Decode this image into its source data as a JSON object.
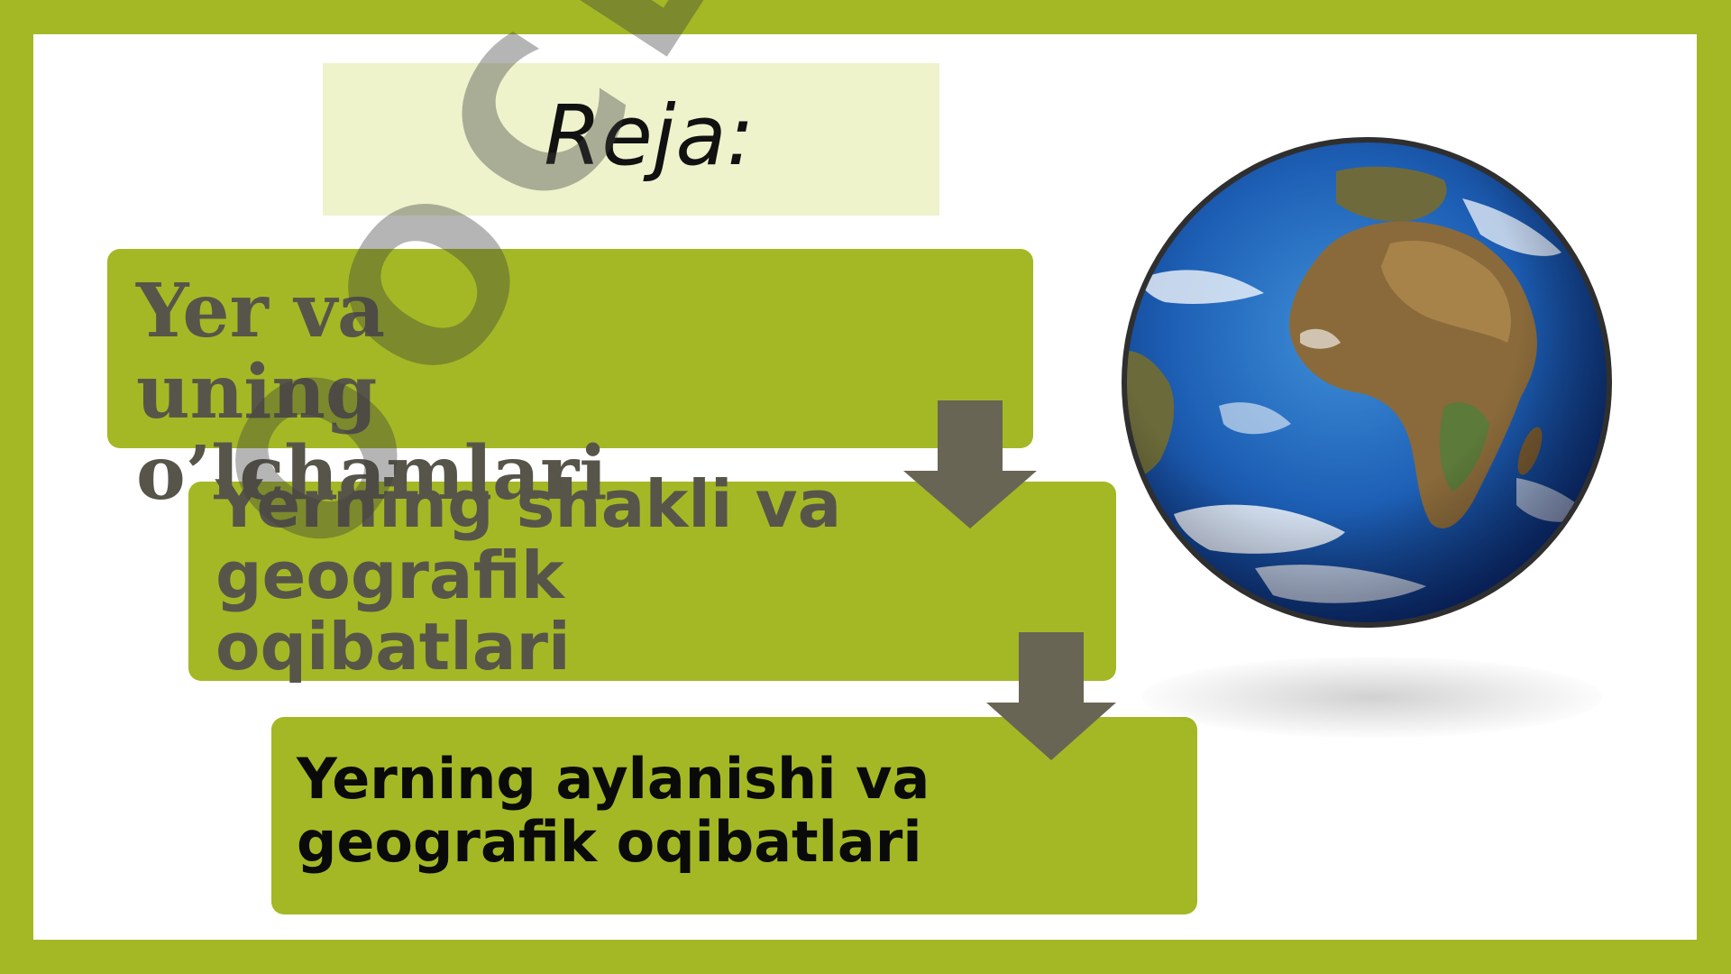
{
  "slide": {
    "title": "Reja:",
    "steps": [
      {
        "label": "Yer va uning o’lchamlari"
      },
      {
        "label": "Yerning shakli va geografik oqibatlari"
      },
      {
        "label": "Yerning aylanishi va geografik oqibatlari"
      }
    ],
    "watermark": "OOCLAB.UZ"
  },
  "colors": {
    "frame": "#a4b825",
    "title_box": "#eef3cc",
    "step_box": "#a4b825",
    "arrow": "#696554",
    "step_text_muted": "#57554a",
    "step_text_active": "#0a0a0a"
  },
  "icons": {
    "globe": "earth-globe-image",
    "arrows": [
      "down-arrow-icon",
      "down-arrow-icon"
    ]
  }
}
